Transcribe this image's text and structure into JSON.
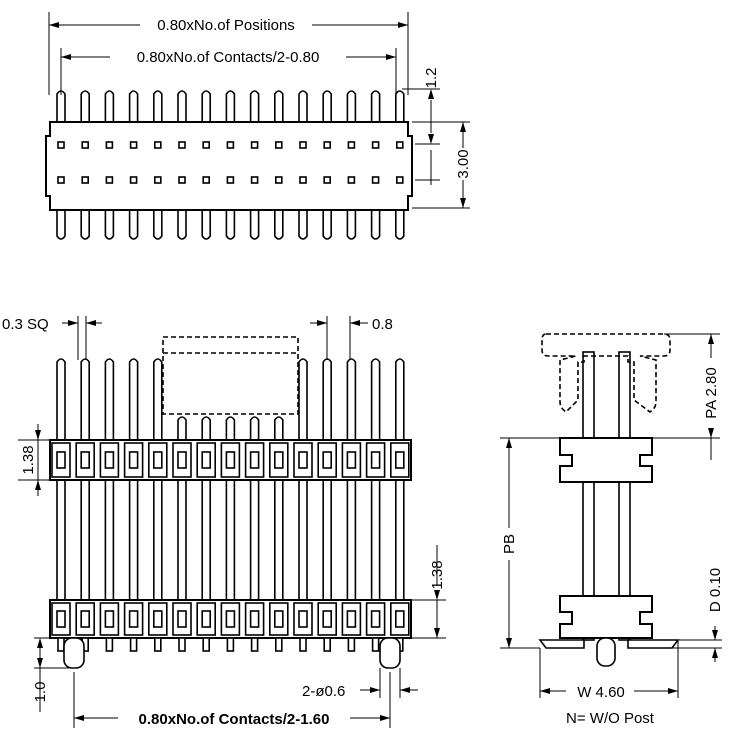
{
  "labels": {
    "top_pitch_positions": "0.80xNo.of Positions",
    "top_pitch_contacts": "0.80xNo.of Contacts/2-0.80",
    "top_height_1_2": "1.2",
    "top_height_3_00": "3.00",
    "front_sq": "0.3 SQ",
    "front_pitch_0_8": "0.8",
    "front_1_38_left": "1.38",
    "front_1_38_right": "1.38",
    "front_1_0": "1.0",
    "front_post_dia": "2-ø0.6",
    "front_bottom_contacts": "0.80xNo.of Contacts/2-1.60",
    "side_pa": "PA 2.80",
    "side_pb": "PB",
    "side_d": "D 0.10",
    "side_w": "W 4.60",
    "side_note": "N= W/O Post"
  }
}
